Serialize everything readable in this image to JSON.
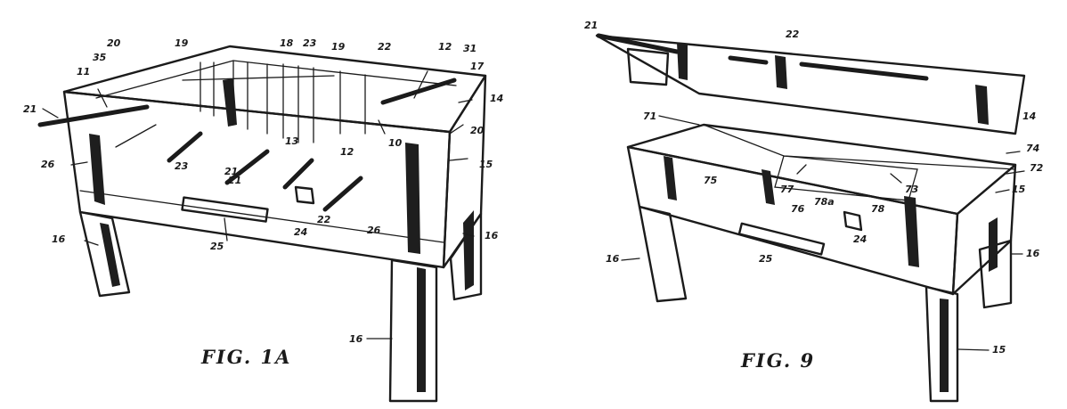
{
  "figure_a": {
    "caption": "FIG. 1A",
    "refs": [
      {
        "label": "21"
      },
      {
        "label": "20"
      },
      {
        "label": "35"
      },
      {
        "label": "19"
      },
      {
        "label": "18"
      },
      {
        "label": "23"
      },
      {
        "label": "19"
      },
      {
        "label": "22"
      },
      {
        "label": "12"
      },
      {
        "label": "31"
      },
      {
        "label": "17"
      },
      {
        "label": "11"
      },
      {
        "label": "14"
      },
      {
        "label": "21"
      },
      {
        "label": "20"
      },
      {
        "label": "26"
      },
      {
        "label": "13"
      },
      {
        "label": "23"
      },
      {
        "label": "12"
      },
      {
        "label": "10"
      },
      {
        "label": "15"
      },
      {
        "label": "21"
      },
      {
        "label": "22"
      },
      {
        "label": "26"
      },
      {
        "label": "24"
      },
      {
        "label": "25"
      },
      {
        "label": "16"
      },
      {
        "label": "16"
      },
      {
        "label": "16"
      }
    ]
  },
  "figure_b": {
    "caption": "FIG. 9",
    "refs": [
      {
        "label": "21"
      },
      {
        "label": "22"
      },
      {
        "label": "14"
      },
      {
        "label": "71"
      },
      {
        "label": "74"
      },
      {
        "label": "72"
      },
      {
        "label": "75"
      },
      {
        "label": "77"
      },
      {
        "label": "73"
      },
      {
        "label": "76"
      },
      {
        "label": "78a"
      },
      {
        "label": "78"
      },
      {
        "label": "15"
      },
      {
        "label": "24"
      },
      {
        "label": "25"
      },
      {
        "label": "16"
      },
      {
        "label": "16"
      },
      {
        "label": "15"
      }
    ]
  }
}
